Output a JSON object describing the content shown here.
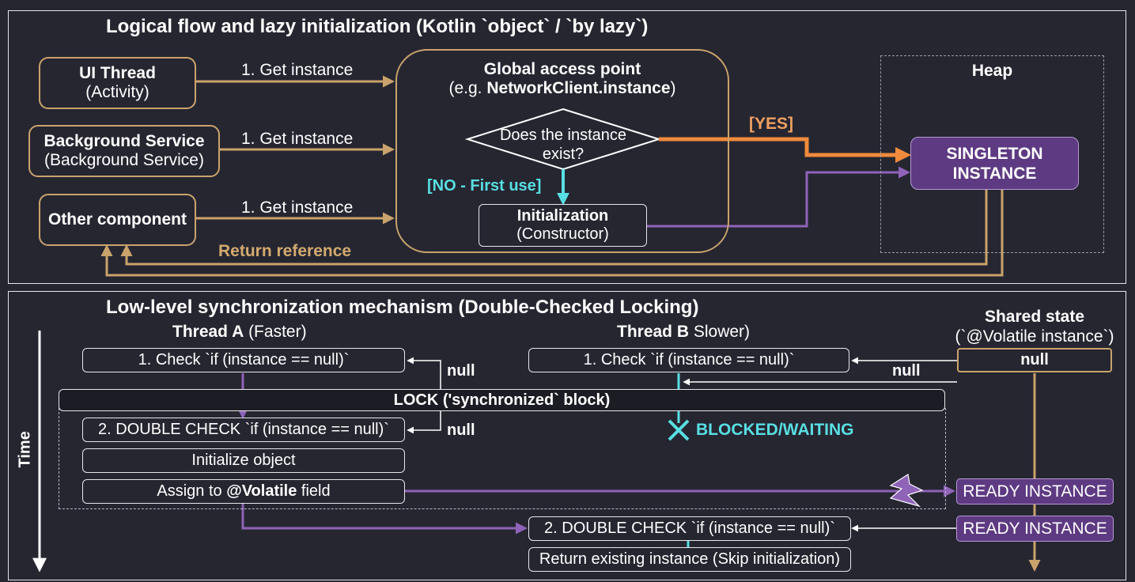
{
  "top": {
    "title": "Logical flow and lazy initialization (Kotlin `object` / `by lazy`)",
    "callers": [
      {
        "name": "UI Thread",
        "sub": "(Activity)"
      },
      {
        "name": "Background Service",
        "sub": "(Background Service)"
      },
      {
        "name": "Other component",
        "sub": ""
      }
    ],
    "get_instance_label": "1. Get instance",
    "return_label": "Return reference",
    "access": {
      "title": "Global access point",
      "sub_prefix": "(e.g. ",
      "sub_bold": "NetworkClient.instance",
      "sub_suffix": ")"
    },
    "decision": {
      "line1": "Does the instance",
      "line2": "exist?"
    },
    "yes_label": "[YES]",
    "no_label": "[NO - First use]",
    "init": {
      "title": "Initialization",
      "sub": "(Constructor)"
    },
    "heap": {
      "title": "Heap",
      "singleton_line1": "SINGLETON",
      "singleton_line2": "INSTANCE"
    }
  },
  "bottom": {
    "title": "Low-level synchronization mechanism (Double-Checked Locking)",
    "time_label": "Time",
    "thread_a": {
      "name": "Thread A",
      "suffix": " (Faster)"
    },
    "thread_b": {
      "name": "Thread B",
      "suffix": " Slower)"
    },
    "shared": {
      "title": "Shared state",
      "sub": "(`@Volatile instance`)",
      "null_value": "null"
    },
    "check1": "1. Check `if (instance == null)`",
    "null_label": "null",
    "lock_label": "LOCK ('synchronized` block)",
    "double_check": "2. DOUBLE CHECK `if (instance == null)`",
    "blocked": "BLOCKED/WAITING",
    "init_object": "Initialize object",
    "assign": {
      "prefix": "Assign to ",
      "bold": "@Volatile",
      "suffix": " field"
    },
    "ready": "READY INSTANCE",
    "return_existing": "Return existing instance (Skip initialization)"
  },
  "colors": {
    "tan": "#c9a36b",
    "purple": "#8f63b8",
    "orange": "#f08a3c",
    "cyan": "#58dfe3",
    "panel_bg": "#262631"
  }
}
